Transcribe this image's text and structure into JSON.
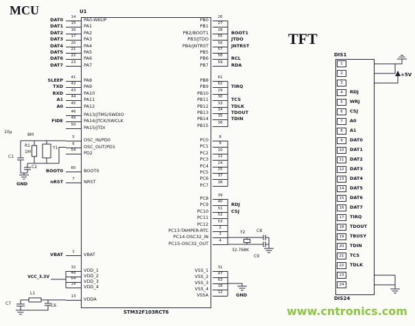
{
  "titles": {
    "mcu": "MCU",
    "tft": "TFT",
    "chip_ref": "U1",
    "chip_part": "STM32F103RCT6",
    "connector_top": "DIS1",
    "connector_bottom": "DIS24",
    "watermark": "www.cntronics.com"
  },
  "power": {
    "plus5v": "+5V",
    "vcc": "VCC_3.3V",
    "gnd": "GND"
  },
  "components": {
    "xtal1_ref": "Y1",
    "xtal1_val": "8M",
    "r1_ref": "R1",
    "r1_val": "1M",
    "c1": "C1",
    "c2": "C2",
    "cap_val": "10μ",
    "xtal2_ref": "Y2",
    "xtal2_val": "32.768K",
    "c8": "C8",
    "c9": "C9",
    "l1": "L1",
    "c6": "C6",
    "c7": "C7"
  },
  "chip": {
    "left_groups": [
      {
        "pins": [
          {
            "net": "DAT0",
            "num": "14",
            "name": "PA0-WKUP"
          },
          {
            "net": "DAT1",
            "num": "15",
            "name": "PA1"
          },
          {
            "net": "DAT2",
            "num": "16",
            "name": "PA2"
          },
          {
            "net": "DAT3",
            "num": "17",
            "name": "PA3"
          },
          {
            "net": "DAT4",
            "num": "20",
            "name": "PA4"
          },
          {
            "net": "DAT5",
            "num": "21",
            "name": "PA5"
          },
          {
            "net": "DAT6",
            "num": "22",
            "name": "PA6"
          },
          {
            "net": "DAT7",
            "num": "23",
            "name": "PA7"
          }
        ]
      },
      {
        "pins": [
          {
            "net": "SLEEP",
            "num": "41",
            "name": "PA8"
          },
          {
            "net": "TXD",
            "num": "42",
            "name": "PA9"
          },
          {
            "net": "RXD",
            "num": "43",
            "name": "PA10"
          },
          {
            "net": "A1",
            "num": "44",
            "name": "PA11"
          },
          {
            "net": "A0",
            "num": "45",
            "name": "PA12"
          }
        ]
      },
      {
        "pins": [
          {
            "net": "",
            "num": "46",
            "name": "PA13/JTMS/SWDIO"
          },
          {
            "net": "FIDE",
            "num": "49",
            "name": "PA14/JTCK/SWCLK"
          },
          {
            "net": "",
            "num": "50",
            "name": "PA15/JTDI"
          }
        ]
      },
      {
        "pins": [
          {
            "net": "",
            "num": "5",
            "name": "OSC_IN/PD0"
          },
          {
            "net": "",
            "num": "6",
            "name": "OSC_OUT/PD1"
          },
          {
            "net": "",
            "num": "54",
            "name": "PD2"
          }
        ]
      },
      {
        "pins": [
          {
            "net": "BOOT0",
            "num": "60",
            "name": "BOOT0"
          },
          {
            "net": "nRST",
            "num": "7",
            "name": "NRST"
          }
        ]
      },
      {
        "pins": [
          {
            "net": "VBAT",
            "num": "1",
            "name": "VBAT"
          }
        ]
      },
      {
        "pins": [
          {
            "net": "",
            "num": "32",
            "name": "VDD_1"
          },
          {
            "net": "",
            "num": "48",
            "name": "VDD_2"
          },
          {
            "net": "",
            "num": "64",
            "name": "VDD_3"
          },
          {
            "net": "",
            "num": "19",
            "name": "VDD_4"
          }
        ]
      },
      {
        "pins": [
          {
            "net": "",
            "num": "13",
            "name": "VDDA"
          }
        ]
      }
    ],
    "right_groups": [
      {
        "pins": [
          {
            "name": "PB0",
            "num": "26",
            "net": ""
          },
          {
            "name": "PB1",
            "num": "27",
            "net": ""
          },
          {
            "name": "PB2/BOOT1",
            "num": "28",
            "net": "BOOT1"
          },
          {
            "name": "PB3/JTDO",
            "num": "55",
            "net": "JTDO"
          },
          {
            "name": "PB4/JNTRST",
            "num": "56",
            "net": "JNTRST"
          },
          {
            "name": "PB5",
            "num": "57",
            "net": ""
          },
          {
            "name": "PB6",
            "num": "58",
            "net": "RCL"
          },
          {
            "name": "PB7",
            "num": "59",
            "net": "RDA"
          }
        ]
      },
      {
        "pins": [
          {
            "name": "PB8",
            "num": "61",
            "net": ""
          },
          {
            "name": "PB9",
            "num": "62",
            "net": "TIRQ"
          },
          {
            "name": "PB10",
            "num": "29",
            "net": ""
          },
          {
            "name": "PB11",
            "num": "30",
            "net": "TCS"
          },
          {
            "name": "PB12",
            "num": "33",
            "net": "TDLK"
          },
          {
            "name": "PB13",
            "num": "34",
            "net": "TDOUT"
          },
          {
            "name": "PB14",
            "num": "35",
            "net": "TDIN"
          },
          {
            "name": "PB15",
            "num": "36",
            "net": ""
          }
        ]
      },
      {
        "pins": [
          {
            "name": "PC0",
            "num": "8",
            "net": ""
          },
          {
            "name": "PC1",
            "num": "9",
            "net": ""
          },
          {
            "name": "PC2",
            "num": "10",
            "net": ""
          },
          {
            "name": "PC3",
            "num": "11",
            "net": ""
          },
          {
            "name": "PC4",
            "num": "24",
            "net": ""
          },
          {
            "name": "PC5",
            "num": "25",
            "net": ""
          },
          {
            "name": "PC6",
            "num": "37",
            "net": ""
          },
          {
            "name": "PC7",
            "num": "38",
            "net": ""
          }
        ]
      },
      {
        "pins": [
          {
            "name": "PC8",
            "num": "39",
            "net": ""
          },
          {
            "name": "PC9",
            "num": "40",
            "net": "RDJ"
          },
          {
            "name": "PC10",
            "num": "51",
            "net": "CSJ"
          },
          {
            "name": "PC11",
            "num": "52",
            "net": ""
          },
          {
            "name": "PC12",
            "num": "53",
            "net": ""
          },
          {
            "name": "PC13-TAMPER-RTC",
            "num": "2",
            "net": ""
          },
          {
            "name": "PC14-OSC32_IN",
            "num": "3",
            "net": ""
          },
          {
            "name": "PC15-OSC32_OUT",
            "num": "4",
            "net": ""
          }
        ]
      },
      {
        "pins": [
          {
            "name": "VSS_1",
            "num": "31",
            "net": ""
          },
          {
            "name": "VSS_2",
            "num": "47",
            "net": ""
          },
          {
            "name": "VSS_3",
            "num": "63",
            "net": ""
          },
          {
            "name": "VSS_4",
            "num": "18",
            "net": ""
          },
          {
            "name": "VSSA",
            "num": "12",
            "net": ""
          }
        ]
      }
    ]
  },
  "connector": {
    "pins": [
      {
        "num": "1",
        "label": ""
      },
      {
        "num": "2",
        "label": ""
      },
      {
        "num": "3",
        "label": ""
      },
      {
        "num": "4",
        "label": "RDJ"
      },
      {
        "num": "5",
        "label": "WRJ"
      },
      {
        "num": "6",
        "label": "CSJ"
      },
      {
        "num": "7",
        "label": "A0"
      },
      {
        "num": "8",
        "label": "A1"
      },
      {
        "num": "9",
        "label": "DAT0"
      },
      {
        "num": "10",
        "label": "DAT1"
      },
      {
        "num": "11",
        "label": "DAT2"
      },
      {
        "num": "12",
        "label": "DAT3"
      },
      {
        "num": "13",
        "label": "DAT4"
      },
      {
        "num": "14",
        "label": "DAT5"
      },
      {
        "num": "15",
        "label": "DAT6"
      },
      {
        "num": "16",
        "label": "DAT7"
      },
      {
        "num": "17",
        "label": "TIRQ"
      },
      {
        "num": "18",
        "label": "TDOUT"
      },
      {
        "num": "19",
        "label": "TBUSY"
      },
      {
        "num": "20",
        "label": "TDIN"
      },
      {
        "num": "21",
        "label": "TCS"
      },
      {
        "num": "22",
        "label": "TDLK"
      },
      {
        "num": "23",
        "label": ""
      },
      {
        "num": "24",
        "label": ""
      }
    ]
  }
}
